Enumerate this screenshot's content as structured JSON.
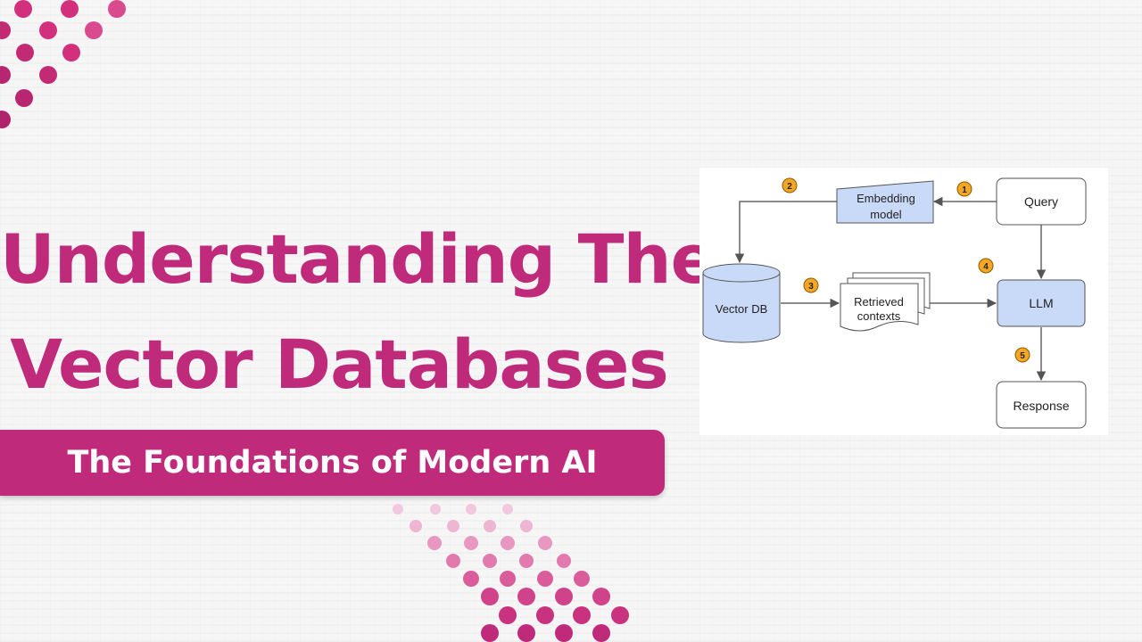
{
  "title": {
    "line1": "Understanding The",
    "line2": "Vector Databases"
  },
  "subtitle": "The Foundations of Modern AI",
  "diagram": {
    "nodes": {
      "query": "Query",
      "embedding_line1": "Embedding",
      "embedding_line2": "model",
      "vector_db": "Vector DB",
      "retrieved_line1": "Retrieved",
      "retrieved_line2": "contexts",
      "llm": "LLM",
      "response": "Response"
    },
    "steps": [
      "1",
      "2",
      "3",
      "4",
      "5"
    ]
  },
  "colors": {
    "brand": "#c02a7a",
    "node_fill": "#c9daf8",
    "badge_fill": "#f5a623"
  }
}
